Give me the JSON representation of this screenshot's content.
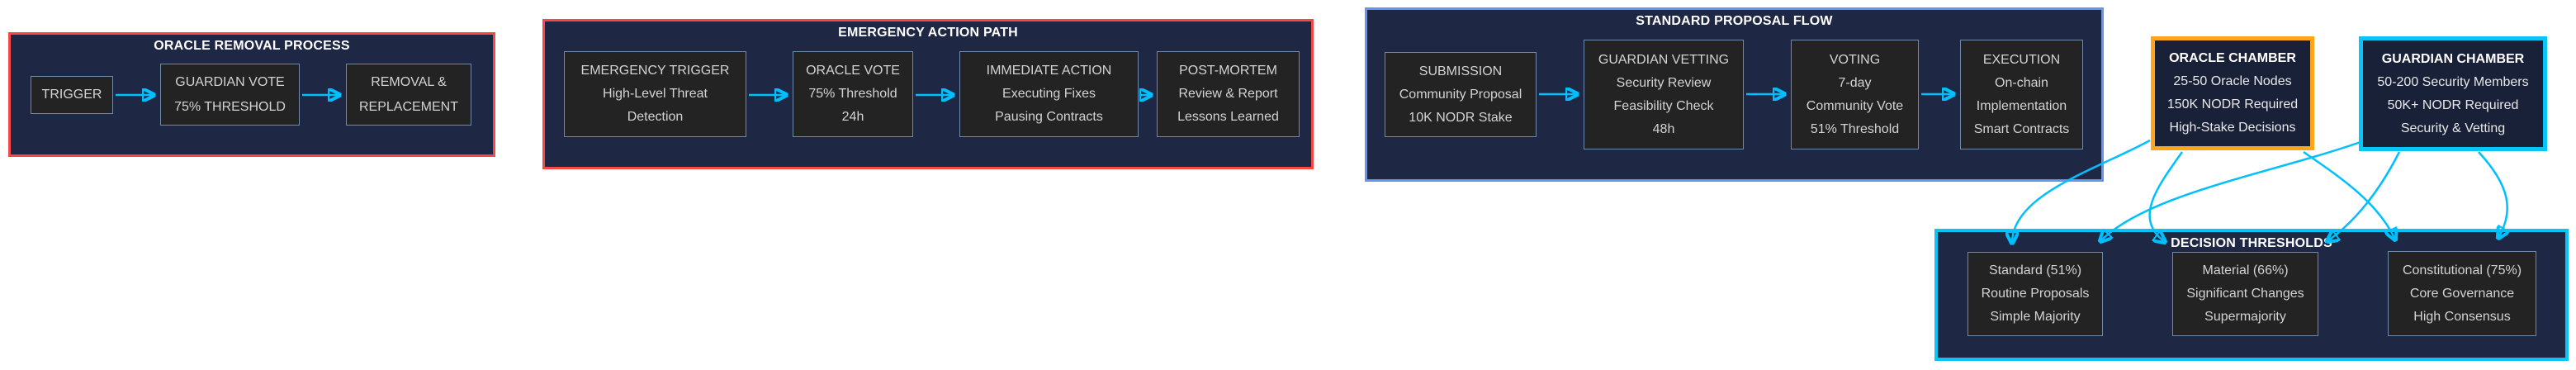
{
  "diagram_type": "governance-flowchart",
  "colors": {
    "page_background": "#ffffff",
    "cluster_fill": "#1e2845",
    "chamber_fill": "#192138",
    "node_fill": "#232323",
    "node_border": "#6f89ab",
    "node_text": "#d3d3d3",
    "title_text": "#ffffff",
    "red_border": "#f74747",
    "cornflower_border": "#6495ed",
    "cyan_border": "#0bc4f7",
    "orange_border": "#ffa41b",
    "edge_arrow": "#00bfff"
  },
  "clusters": {
    "removal": {
      "title": "ORACLE REMOVAL PROCESS"
    },
    "emergency": {
      "title": "EMERGENCY ACTION PATH"
    },
    "proposal": {
      "title": "STANDARD PROPOSAL FLOW"
    },
    "thresholds": {
      "title": "DECISION THRESHOLDS"
    }
  },
  "nodes": {
    "trigger": {
      "lines": [
        "TRIGGER"
      ]
    },
    "guardian_vote": {
      "lines": [
        "GUARDIAN VOTE",
        "75% THRESHOLD"
      ]
    },
    "removal_replacement": {
      "lines": [
        "REMOVAL &",
        "REPLACEMENT"
      ]
    },
    "emergency_trigger": {
      "lines": [
        "EMERGENCY TRIGGER",
        "High-Level Threat",
        "Detection"
      ]
    },
    "oracle_vote": {
      "lines": [
        "ORACLE VOTE",
        "75% Threshold",
        "24h"
      ]
    },
    "immediate_action": {
      "lines": [
        "IMMEDIATE ACTION",
        "Executing Fixes",
        "Pausing Contracts"
      ]
    },
    "post_mortem": {
      "lines": [
        "POST-MORTEM",
        "Review & Report",
        "Lessons Learned"
      ]
    },
    "submission": {
      "lines": [
        "SUBMISSION",
        "Community Proposal",
        "10K NODR Stake"
      ]
    },
    "guardian_vetting": {
      "lines": [
        "GUARDIAN VETTING",
        "Security Review",
        "Feasibility Check",
        "48h"
      ]
    },
    "voting": {
      "lines": [
        "VOTING",
        "7-day",
        "Community Vote",
        "51% Threshold"
      ]
    },
    "execution": {
      "lines": [
        "EXECUTION",
        "On-chain",
        "Implementation",
        "Smart Contracts"
      ]
    },
    "standard": {
      "lines": [
        "Standard (51%)",
        "Routine Proposals",
        "Simple Majority"
      ]
    },
    "material": {
      "lines": [
        "Material (66%)",
        "Significant Changes",
        "Supermajority"
      ]
    },
    "constitutional": {
      "lines": [
        "Constitutional (75%)",
        "Core Governance",
        "High Consensus"
      ]
    }
  },
  "chambers": {
    "oracle": {
      "title": "ORACLE CHAMBER",
      "lines": [
        "25-50 Oracle Nodes",
        "150K NODR Required",
        "High-Stake Decisions"
      ]
    },
    "guardian": {
      "title": "GUARDIAN CHAMBER",
      "lines": [
        "50-200 Security Members",
        "50K+ NODR Required",
        "Security & Vetting"
      ]
    }
  },
  "edges": {
    "removal_flow": [
      "trigger → guardian_vote",
      "guardian_vote → removal_replacement"
    ],
    "emergency_flow": [
      "emergency_trigger → oracle_vote",
      "oracle_vote → immediate_action",
      "immediate_action → post_mortem"
    ],
    "proposal_flow": [
      "submission → guardian_vetting",
      "guardian_vetting → voting",
      "voting → execution"
    ],
    "chamber_links": [
      "oracle → standard",
      "oracle → material",
      "oracle → constitutional",
      "guardian → standard",
      "guardian → material",
      "guardian → constitutional"
    ]
  }
}
